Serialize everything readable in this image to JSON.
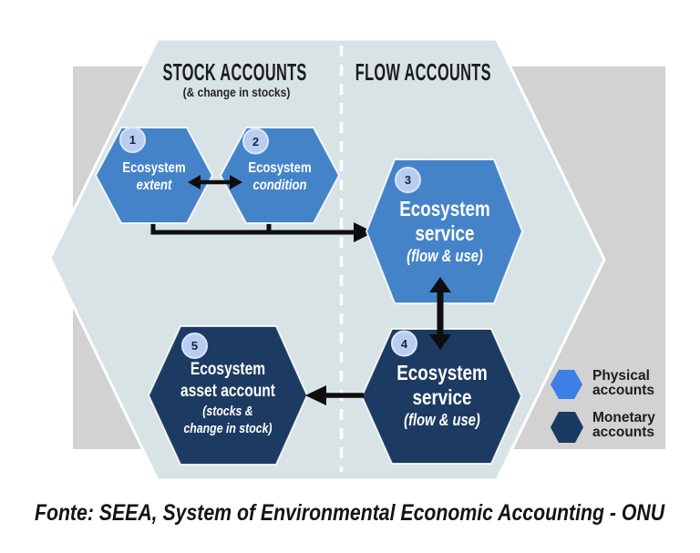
{
  "colors": {
    "physical": "#4583c9",
    "monetary": "#1d3b62",
    "legend_physical": "#3d7de6",
    "legend_monetary": "#1b3a63",
    "panel": "#d8e3e6",
    "backdrop": "#d2d2d3",
    "badge_fill": "#b7cdf2",
    "arrow": "#0e0e0e"
  },
  "headers": {
    "stock": {
      "title": "STOCK ACCOUNTS",
      "subtitle": "(& change in stocks)"
    },
    "flow": {
      "title": "FLOW ACCOUNTS"
    }
  },
  "nodes": {
    "extent": {
      "badge": "1",
      "title": "Ecosystem",
      "emphasis": "extent"
    },
    "condition": {
      "badge": "2",
      "title": "Ecosystem",
      "emphasis": "condition"
    },
    "service_physical": {
      "badge": "3",
      "title": "Ecosystem",
      "title2": "service",
      "note": "(flow & use)"
    },
    "service_monetary": {
      "badge": "4",
      "title": "Ecosystem",
      "title2": "service",
      "note": "(flow & use)"
    },
    "asset": {
      "badge": "5",
      "title": "Ecosystem",
      "title2": "asset account",
      "note1": "(stocks &",
      "note2": "change in stock)"
    }
  },
  "legend": {
    "physical": "Physical accounts",
    "monetary": "Monetary accounts"
  },
  "caption": "Fonte: SEEA, System of Environmental Economic Accounting - ONU"
}
